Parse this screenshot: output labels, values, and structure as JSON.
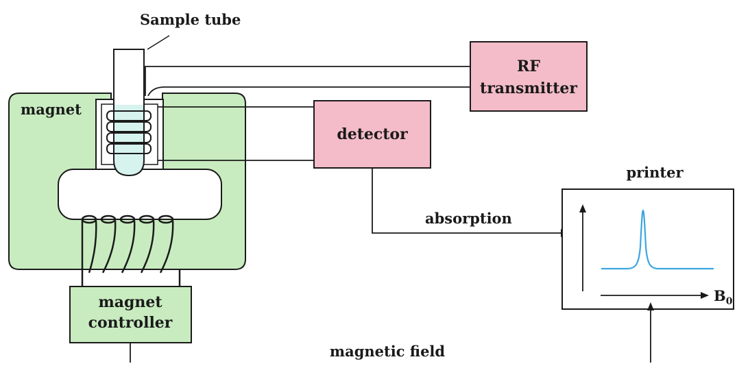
{
  "labels": {
    "sample_tube": "Sample tube",
    "magnet": "magnet",
    "rf_line1": "RF",
    "rf_line2": "transmitter",
    "detector": "detector",
    "printer": "printer",
    "absorption": "absorption",
    "controller_line1": "magnet",
    "controller_line2": "controller",
    "magnetic_field": "magnetic field",
    "b0_main": "B",
    "b0_sub": "0"
  },
  "colors": {
    "magnet_fill": "#c8ecc0",
    "box_pink": "#f4bcc8",
    "tube_fill": "#d6f3ee",
    "spectrum_line": "#3aa6e0",
    "stroke": "#1a1a1a"
  }
}
